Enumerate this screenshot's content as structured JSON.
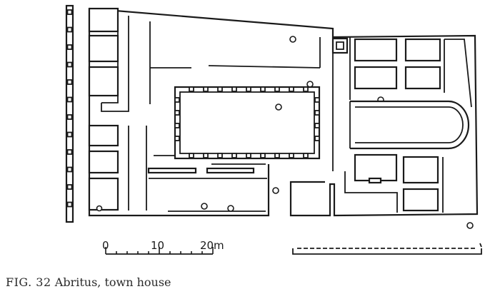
{
  "scale": {
    "ticks": [
      "0",
      "10",
      "20"
    ],
    "unit": "m"
  },
  "caption": {
    "label": "FIG. 32",
    "text": "Abritus, town house"
  }
}
